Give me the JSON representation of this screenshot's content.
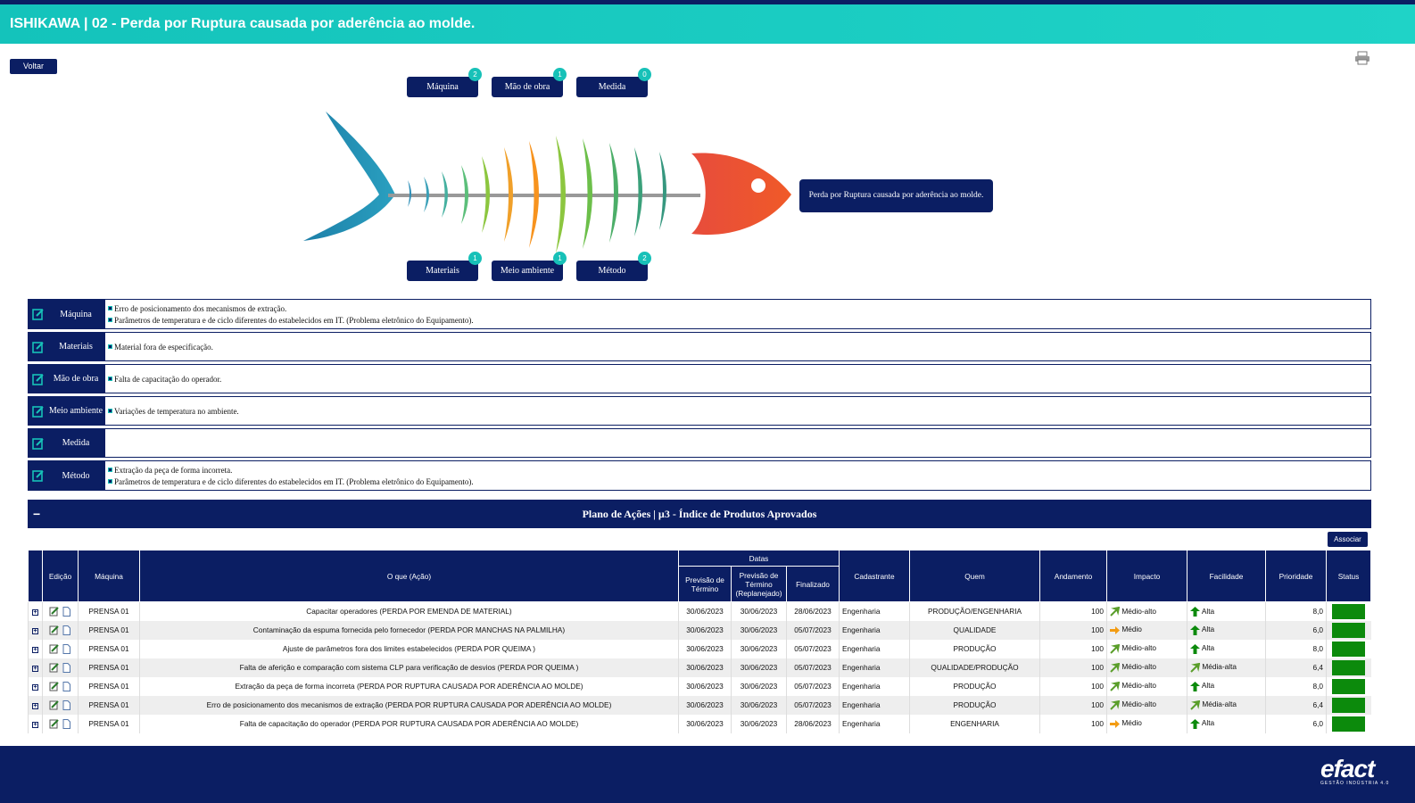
{
  "header": {
    "title": "ISHIKAWA | 02 - Perda por Ruptura causada por aderência ao molde."
  },
  "back_label": "Voltar",
  "categories_top": [
    {
      "label": "Máquina",
      "count": "2"
    },
    {
      "label": "Mão de obra",
      "count": "1"
    },
    {
      "label": "Medida",
      "count": "0"
    }
  ],
  "categories_bottom": [
    {
      "label": "Materiais",
      "count": "1"
    },
    {
      "label": "Meio ambiente",
      "count": "1"
    },
    {
      "label": "Método",
      "count": "2"
    }
  ],
  "effect": "Perda por Ruptura causada por aderência ao molde.",
  "causes": [
    {
      "category": "Máquina",
      "items": [
        "Erro de posicionamento dos mecanismos de extração.",
        "Parâmetros de temperatura e de ciclo diferentes do estabelecidos em IT. (Problema eletrônico do Equipamento)."
      ]
    },
    {
      "category": "Materiais",
      "items": [
        "Material fora de especificação."
      ]
    },
    {
      "category": "Mão de obra",
      "items": [
        "Falta de capacitação do operador."
      ]
    },
    {
      "category": "Meio ambiente",
      "items": [
        "Variações de temperatura no ambiente."
      ]
    },
    {
      "category": "Medida",
      "items": []
    },
    {
      "category": "Método",
      "items": [
        "Extração da peça de forma incorreta.",
        "Parâmetros de temperatura e de ciclo diferentes do estabelecidos em IT. (Problema eletrônico do Equipamento)."
      ]
    }
  ],
  "plan": {
    "minus": "−",
    "title": "Plano de Ações | µ3 - Índice de Produtos Aprovados",
    "associate_label": "Associar"
  },
  "table": {
    "headers": {
      "edicao": "Edição",
      "maquina": "Máquina",
      "acao": "O que (Ação)",
      "datas": "Datas",
      "prev": "Previsão de Término",
      "prev_replan": "Previsão de Término (Replanejado)",
      "finalizado": "Finalizado",
      "cadastrante": "Cadastrante",
      "quem": "Quem",
      "andamento": "Andamento",
      "impacto": "Impacto",
      "facilidade": "Facilidade",
      "prioridade": "Prioridade",
      "status": "Status"
    },
    "rows": [
      {
        "maquina": "PRENSA 01",
        "acao": "Capacitar operadores (PERDA POR EMENDA DE MATERIAL)",
        "prev": "30/06/2023",
        "replan": "30/06/2023",
        "final": "28/06/2023",
        "cad": "Engenharia",
        "quem": "PRODUÇÃO/ENGENHARIA",
        "and": "100",
        "impacto": "Médio-alto",
        "impacto_icon": "green-diagonal-arrow",
        "facil": "Alta",
        "facil_icon": "green-up-arrow",
        "prio": "8,0"
      },
      {
        "maquina": "PRENSA 01",
        "acao": "Contaminação da espuma fornecida pelo fornecedor (PERDA POR MANCHAS NA PALMILHA)",
        "prev": "30/06/2023",
        "replan": "30/06/2023",
        "final": "05/07/2023",
        "cad": "Engenharia",
        "quem": "QUALIDADE",
        "and": "100",
        "impacto": "Médio",
        "impacto_icon": "orange-right-arrow",
        "facil": "Alta",
        "facil_icon": "green-up-arrow",
        "prio": "6,0"
      },
      {
        "maquina": "PRENSA 01",
        "acao": "Ajuste de parâmetros fora dos limites estabelecidos (PERDA POR QUEIMA )",
        "prev": "30/06/2023",
        "replan": "30/06/2023",
        "final": "05/07/2023",
        "cad": "Engenharia",
        "quem": "PRODUÇÃO",
        "and": "100",
        "impacto": "Médio-alto",
        "impacto_icon": "green-diagonal-arrow",
        "facil": "Alta",
        "facil_icon": "green-up-arrow",
        "prio": "8,0"
      },
      {
        "maquina": "PRENSA 01",
        "acao": "Falta de aferição e comparação com sistema CLP para verificação de desvios (PERDA POR QUEIMA )",
        "prev": "30/06/2023",
        "replan": "30/06/2023",
        "final": "05/07/2023",
        "cad": "Engenharia",
        "quem": "QUALIDADE/PRODUÇÃO",
        "and": "100",
        "impacto": "Médio-alto",
        "impacto_icon": "green-diagonal-arrow",
        "facil": "Média-alta",
        "facil_icon": "green-diagonal-arrow",
        "prio": "6,4"
      },
      {
        "maquina": "PRENSA 01",
        "acao": "Extração da peça de forma incorreta (PERDA POR RUPTURA CAUSADA POR ADERÊNCIA AO MOLDE)",
        "prev": "30/06/2023",
        "replan": "30/06/2023",
        "final": "05/07/2023",
        "cad": "Engenharia",
        "quem": "PRODUÇÃO",
        "and": "100",
        "impacto": "Médio-alto",
        "impacto_icon": "green-diagonal-arrow",
        "facil": "Alta",
        "facil_icon": "green-up-arrow",
        "prio": "8,0"
      },
      {
        "maquina": "PRENSA 01",
        "acao": "Erro de posicionamento dos mecanismos de extração (PERDA POR RUPTURA CAUSADA POR ADERÊNCIA AO MOLDE)",
        "prev": "30/06/2023",
        "replan": "30/06/2023",
        "final": "05/07/2023",
        "cad": "Engenharia",
        "quem": "PRODUÇÃO",
        "and": "100",
        "impacto": "Médio-alto",
        "impacto_icon": "green-diagonal-arrow",
        "facil": "Média-alta",
        "facil_icon": "green-diagonal-arrow",
        "prio": "6,4"
      },
      {
        "maquina": "PRENSA 01",
        "acao": "Falta de capacitação do operador (PERDA POR RUPTURA CAUSADA POR ADERÊNCIA AO MOLDE)",
        "prev": "30/06/2023",
        "replan": "30/06/2023",
        "final": "28/06/2023",
        "cad": "Engenharia",
        "quem": "ENGENHARIA",
        "and": "100",
        "impacto": "Médio",
        "impacto_icon": "orange-right-arrow",
        "facil": "Alta",
        "facil_icon": "green-up-arrow",
        "prio": "6,0"
      }
    ]
  },
  "footer": {
    "logo": "efact",
    "tagline": "GESTÃO INDÚSTRIA 4.0"
  },
  "colors": {
    "navy": "#0b1e63",
    "teal": "#17c1b8",
    "status_green": "#0c8a0c"
  }
}
